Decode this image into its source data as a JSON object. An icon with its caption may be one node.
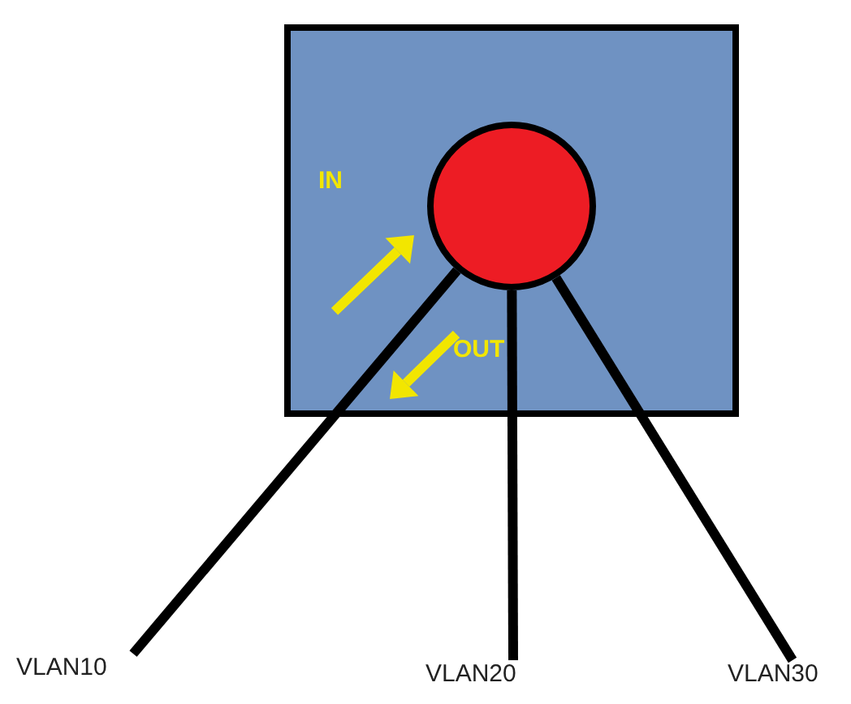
{
  "diagram": {
    "nodes": [
      {
        "text": [],
        "shape": "box"
      },
      {
        "text": [],
        "shape": "circle",
        "in": 0
      },
      {
        "text": [
          "VLAN10"
        ]
      },
      {
        "text": [
          "VLAN20"
        ]
      },
      {
        "text": [
          "VLAN30"
        ]
      }
    ],
    "edges": [
      {
        "from": 1,
        "to": 2,
        "arrow": "none"
      },
      {
        "from": 1,
        "to": 3,
        "arrow": "none"
      },
      {
        "from": 1,
        "to": 4,
        "arrow": "none"
      }
    ],
    "labels": [
      "IN",
      "OUT"
    ]
  }
}
